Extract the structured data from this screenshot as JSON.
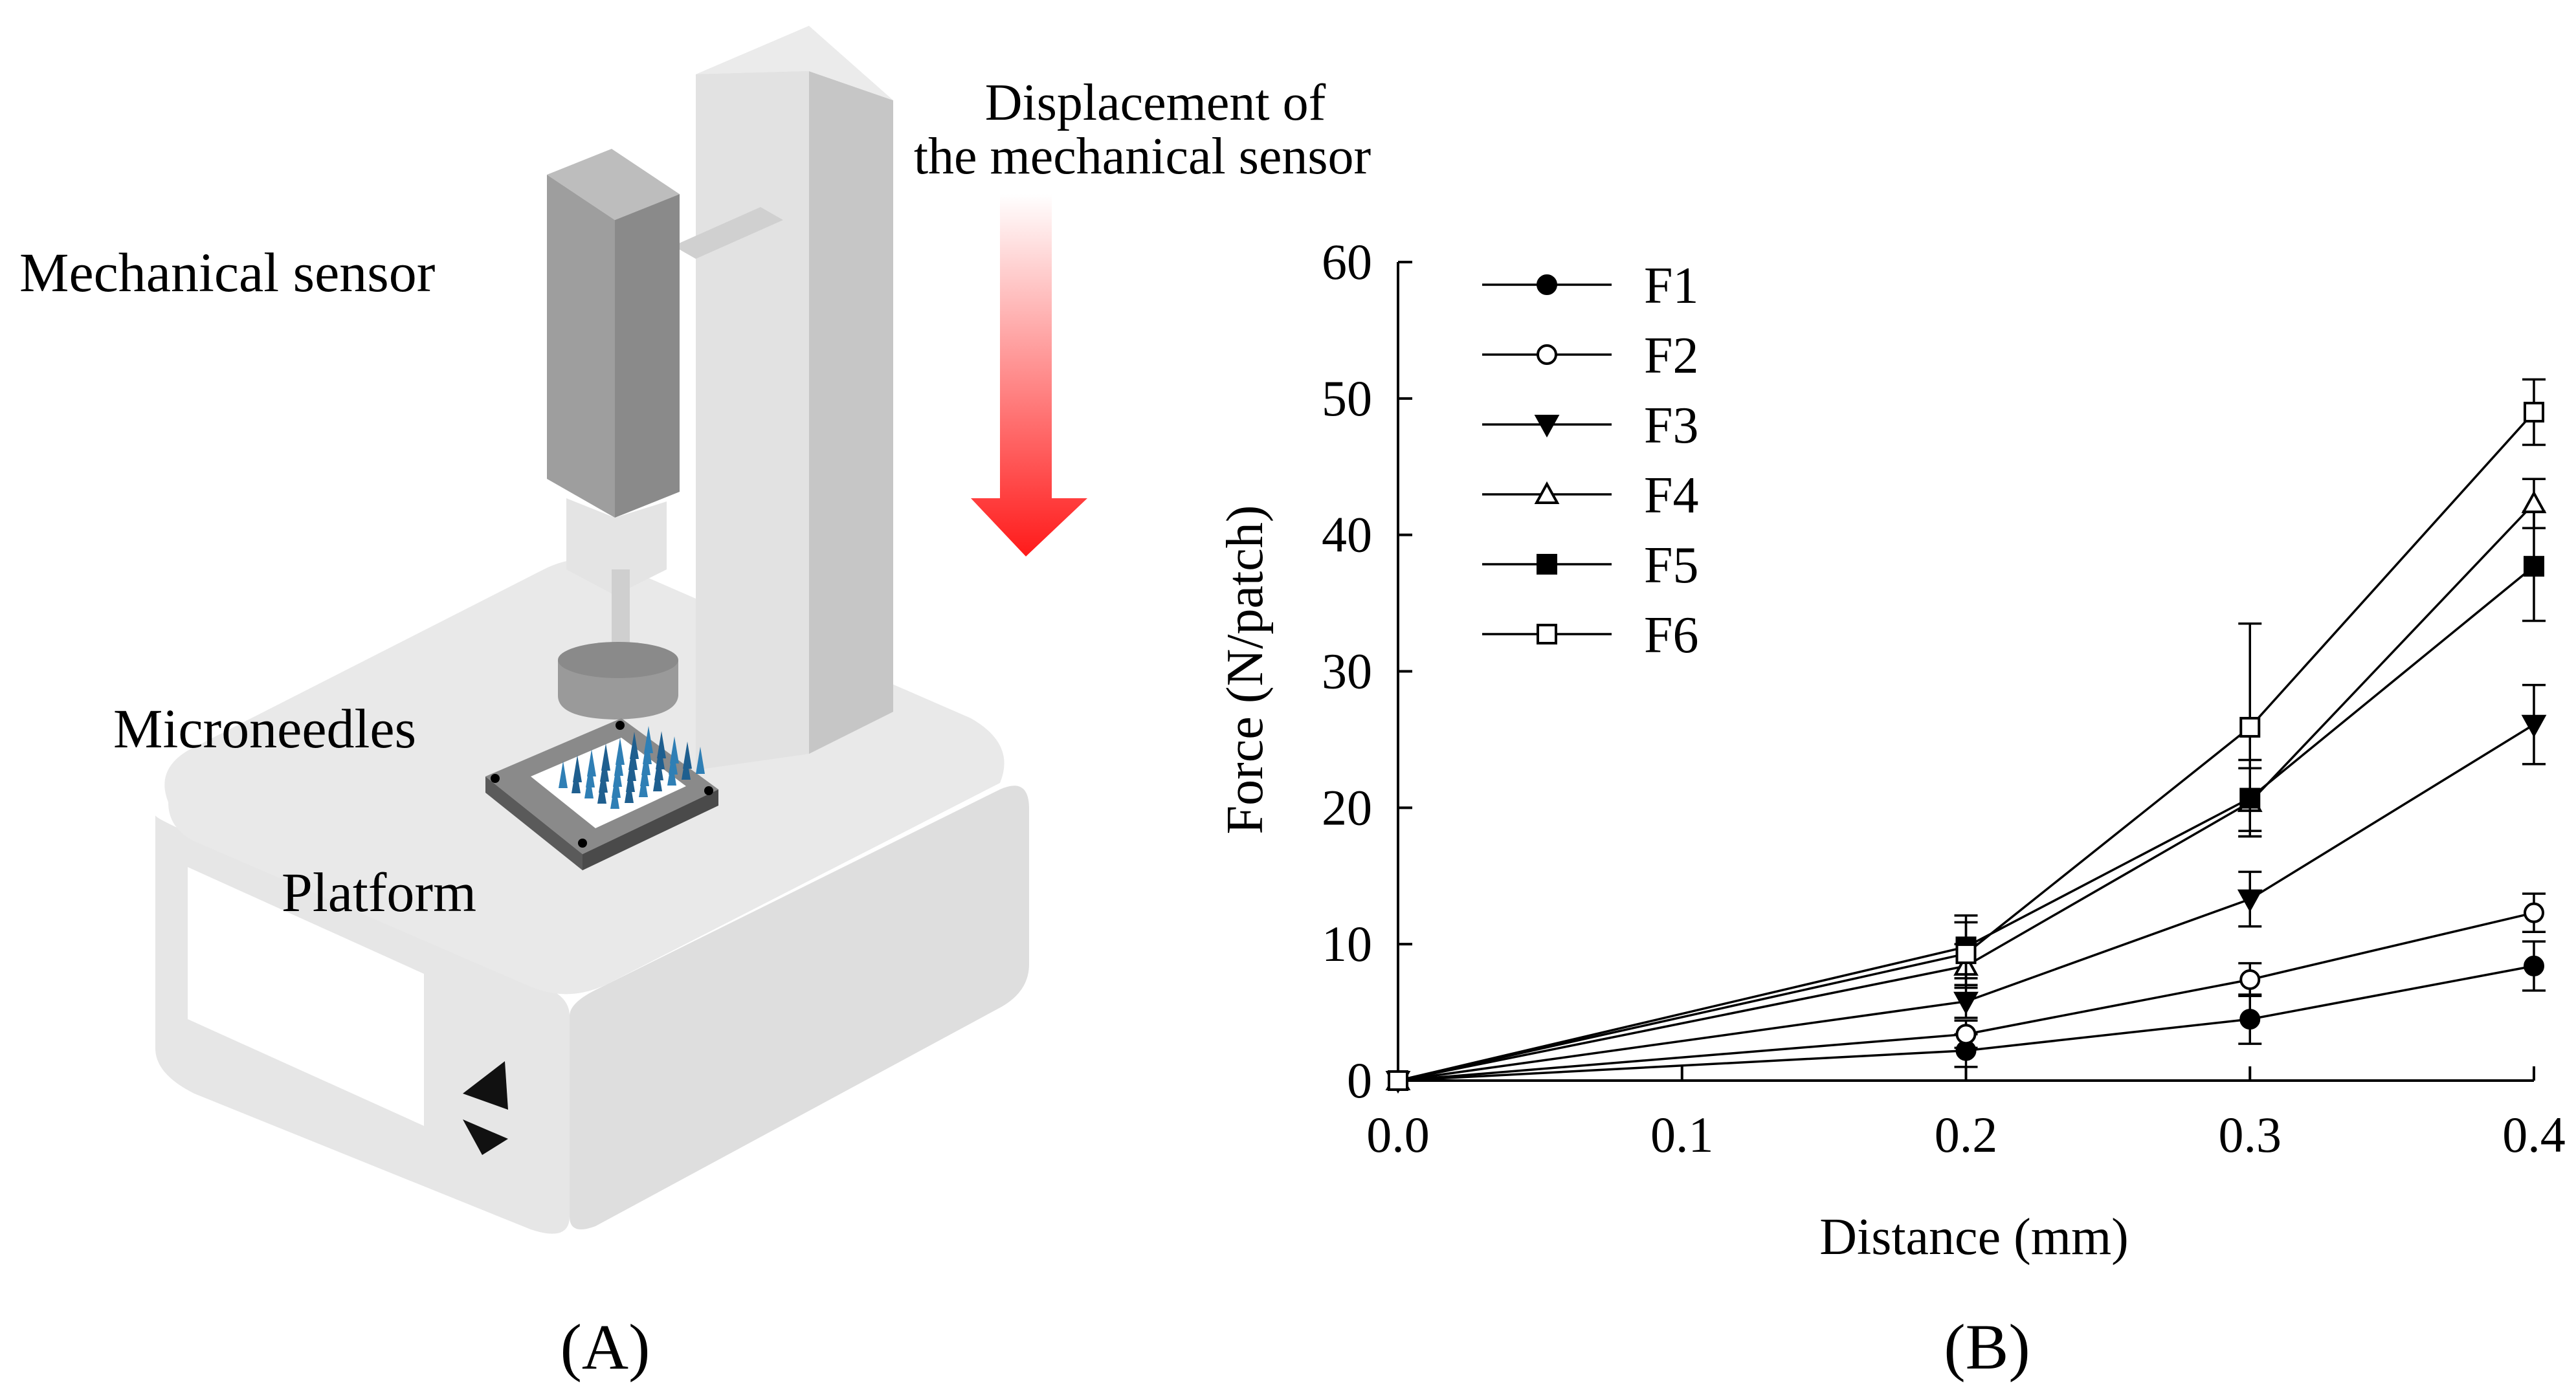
{
  "panel_a": {
    "label": "(A)",
    "mechanical_sensor_label": "Mechanical sensor",
    "displacement_label_line1": "Displacement of",
    "displacement_label_line2": "the mechanical sensor",
    "microneedles_label": "Microneedles",
    "platform_label": "Platform"
  },
  "panel_b": {
    "label": "(B)"
  },
  "chart_data": {
    "type": "line",
    "xlabel": "Distance (mm)",
    "ylabel": "Force (N/patch)",
    "xlim": [
      0.0,
      0.4
    ],
    "ylim": [
      0,
      60
    ],
    "xticks": [
      "0.0",
      "0.1",
      "0.2",
      "0.3",
      "0.4"
    ],
    "yticks": [
      "0",
      "10",
      "20",
      "30",
      "40",
      "50",
      "60"
    ],
    "grid": false,
    "legend_position": "top-left",
    "x": [
      0.0,
      0.2,
      0.3,
      0.4
    ],
    "series": [
      {
        "name": "F1",
        "marker": "circle-filled",
        "values": [
          0,
          2.2,
          4.5,
          8.4
        ],
        "errors": [
          0,
          1.2,
          1.8,
          1.8
        ]
      },
      {
        "name": "F2",
        "marker": "circle-open",
        "values": [
          0,
          3.4,
          7.4,
          12.3
        ],
        "errors": [
          0,
          1.0,
          1.2,
          1.4
        ]
      },
      {
        "name": "F3",
        "marker": "triangle-down-filled",
        "values": [
          0,
          5.8,
          13.3,
          26.1
        ],
        "errors": [
          0,
          1.2,
          2.0,
          2.9
        ]
      },
      {
        "name": "F4",
        "marker": "triangle-up-open",
        "values": [
          0,
          8.4,
          20.4,
          42.3
        ],
        "errors": [
          0,
          1.6,
          2.5,
          1.8
        ]
      },
      {
        "name": "F5",
        "marker": "square-filled",
        "values": [
          0,
          9.8,
          20.7,
          37.7
        ],
        "errors": [
          0,
          2.3,
          2.8,
          4.0
        ]
      },
      {
        "name": "F6",
        "marker": "square-open",
        "values": [
          0,
          9.3,
          25.9,
          49.0
        ],
        "errors": [
          0,
          2.3,
          7.6,
          2.4
        ]
      }
    ]
  }
}
